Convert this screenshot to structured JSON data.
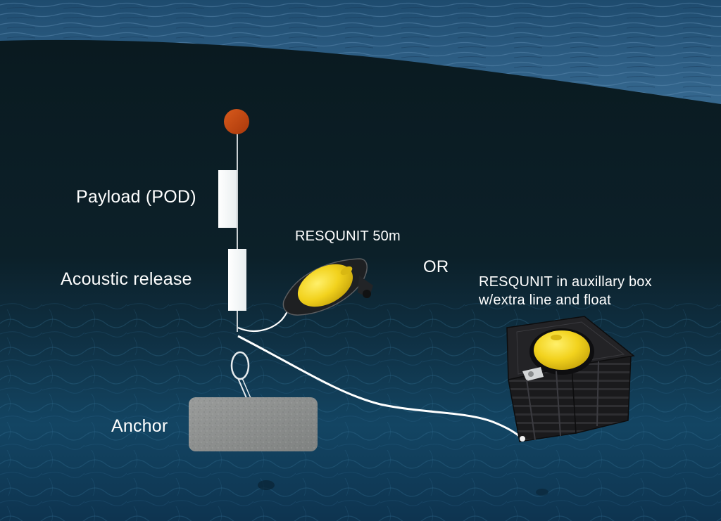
{
  "labels": {
    "payload": "Payload (POD)",
    "acoustic_release": "Acoustic release",
    "anchor": "Anchor",
    "resqunit_50m": "RESQUNIT 50m",
    "or": "OR",
    "resqunit_box_line1": "RESQUNIT in auxillary box",
    "resqunit_box_line2": "w/extra line and float"
  },
  "colors": {
    "water_surface": "#2a5577",
    "deep_water": "#0b1c22",
    "seabed": "#123a52",
    "surface_float": "#c8460f",
    "device_yellow": "#f2d21d",
    "anchor_gray": "#8d8f8e",
    "line_white": "#ffffff"
  }
}
